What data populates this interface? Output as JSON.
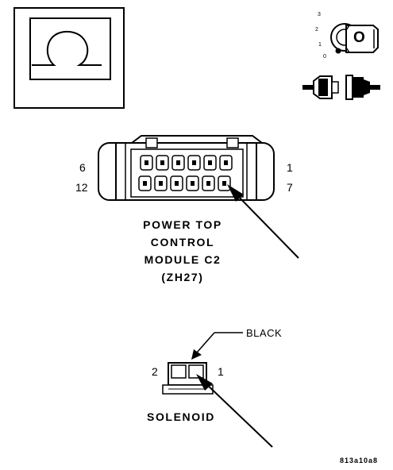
{
  "meter": {
    "symbol": "Ω",
    "icon": "ohmmeter-icon"
  },
  "ignition": {
    "positions": [
      "3",
      "2",
      "1",
      "0"
    ],
    "key_letter": "O",
    "icon": "ignition-key-icon"
  },
  "connector": {
    "disconnect_icon": "connector-disconnect-icon"
  },
  "module_connector": {
    "pin_left_top": "6",
    "pin_left_bottom": "12",
    "pin_right_top": "1",
    "pin_right_bottom": "7",
    "label_lines": [
      "POWER TOP",
      "CONTROL",
      "MODULE C2",
      "(ZH27)"
    ]
  },
  "solenoid": {
    "wire_color": "BLACK",
    "pin_left": "2",
    "pin_right": "1",
    "label": "SOLENOID"
  },
  "figure_code": "813a10a8",
  "colors": {
    "line": "#000000",
    "background": "#ffffff"
  }
}
